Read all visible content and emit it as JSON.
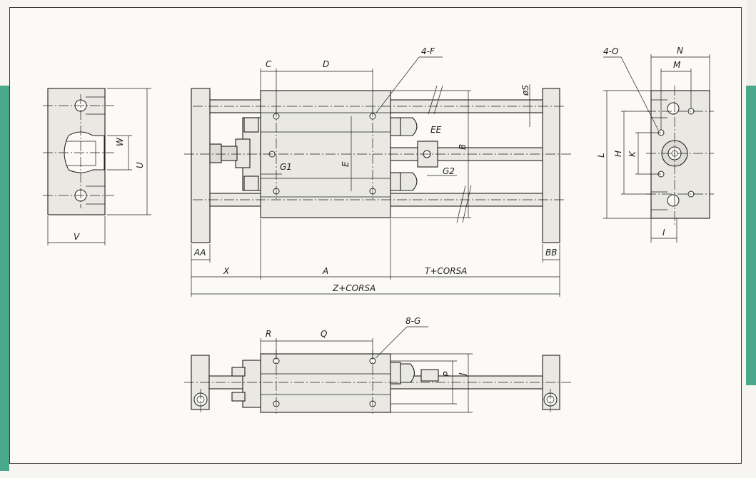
{
  "labels": {
    "c": "C",
    "d": "D",
    "four_f": "4-F",
    "phi_s": "øS",
    "ee": "EE",
    "b": "B",
    "e": "E",
    "g1": "G1",
    "g2": "G2",
    "aa": "AA",
    "bb": "BB",
    "x": "X",
    "a": "A",
    "t_corsa": "T+CORSA",
    "z_corsa": "Z+CORSA",
    "w": "W",
    "u": "U",
    "v": "V",
    "four_o": "4-O",
    "n": "N",
    "m": "M",
    "l": "L",
    "h": "H",
    "k": "K",
    "i": "I",
    "r": "R",
    "q": "Q",
    "eight_g": "8-G",
    "p": "P",
    "j": "J"
  },
  "colors": {
    "accent_tab": "#4aa98a",
    "paper": "#fbfaf6",
    "line": "#1e1e1e"
  }
}
